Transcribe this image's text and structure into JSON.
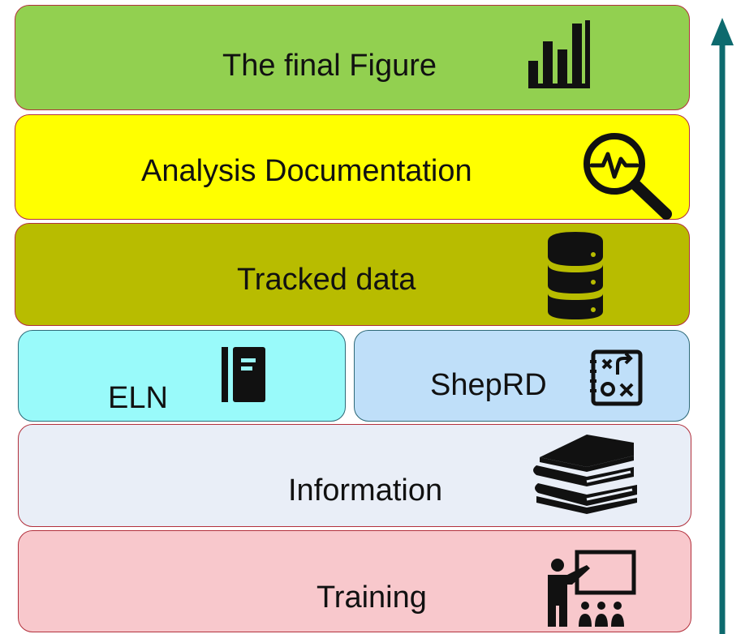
{
  "diagram": {
    "layers": {
      "figure": {
        "label": "The final Figure",
        "color": "#92d050",
        "icon": "bar-chart-icon"
      },
      "analysis": {
        "label": "Analysis Documentation",
        "color": "#ffff00",
        "icon": "magnifier-pulse-icon"
      },
      "tracked": {
        "label": "Tracked data",
        "color": "#b8bc00",
        "icon": "database-icon"
      },
      "eln": {
        "label": "ELN",
        "color": "#99fafa",
        "icon": "notebook-icon"
      },
      "shep": {
        "label": "ShepRD",
        "color": "#bfdff9",
        "icon": "strategy-board-icon"
      },
      "info": {
        "label": "Information",
        "color": "#e9eef7",
        "icon": "stacked-books-icon"
      },
      "training": {
        "label": "Training",
        "color": "#f8c8cc",
        "icon": "presentation-icon"
      }
    },
    "arrow": {
      "direction": "up",
      "color": "#0d6a6e"
    }
  }
}
